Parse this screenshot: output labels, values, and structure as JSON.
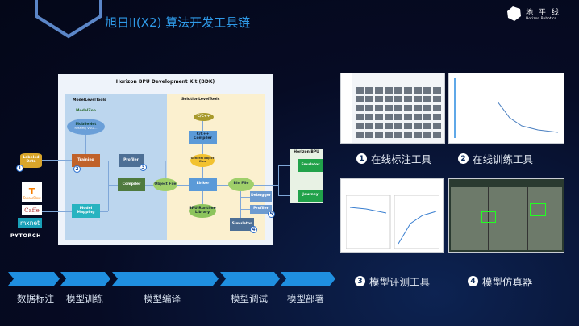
{
  "title": "旭日II(X2) 算法开发工具链",
  "logo": {
    "cn": "地 平 线",
    "en": "Horizon Robotics"
  },
  "diagram": {
    "title": "Horizon BPU Development Kit (BDK)",
    "model_level": "ModelLevelTools",
    "model_zoo": "ModelZoo",
    "model_zoo_node": "MobileNet",
    "model_zoo_sub": "ResNet / VGG ...",
    "training": "Training",
    "model_mapping": "Model Mapping",
    "profiler": "Profiler",
    "compiler": "Compiler",
    "object_file": "Object File",
    "solution_level": "SolutionLevelTools",
    "cpp": "C/C++",
    "cpp_compiler": "C/C++ Compiler",
    "general_obj": "General object files",
    "linker": "Linker",
    "runtime": "BPU Runtime Library",
    "bin_file": "Bin File",
    "debugger": "Debugger",
    "profiler2": "Profiler",
    "simulator": "Simulator",
    "bpu": "Horizon BPU",
    "emulator": "Emulator",
    "journey": "Journey",
    "labeled_data": "Labeled Data",
    "frameworks": [
      "TensorFlow",
      "Caffe",
      "mxnet",
      "PYTORCH"
    ],
    "badges": [
      "1",
      "2",
      "3",
      "4",
      "5"
    ]
  },
  "tools": [
    {
      "num": "1",
      "label": "在线标注工具"
    },
    {
      "num": "2",
      "label": "在线训练工具"
    },
    {
      "num": "3",
      "label": "模型评测工具"
    },
    {
      "num": "4",
      "label": "模型仿真器"
    }
  ],
  "stages": [
    "数据标注",
    "模型训练",
    "模型编译",
    "模型调试",
    "模型部署"
  ],
  "colors": {
    "accent": "#1f8fe0",
    "title": "#2f9ae8"
  }
}
